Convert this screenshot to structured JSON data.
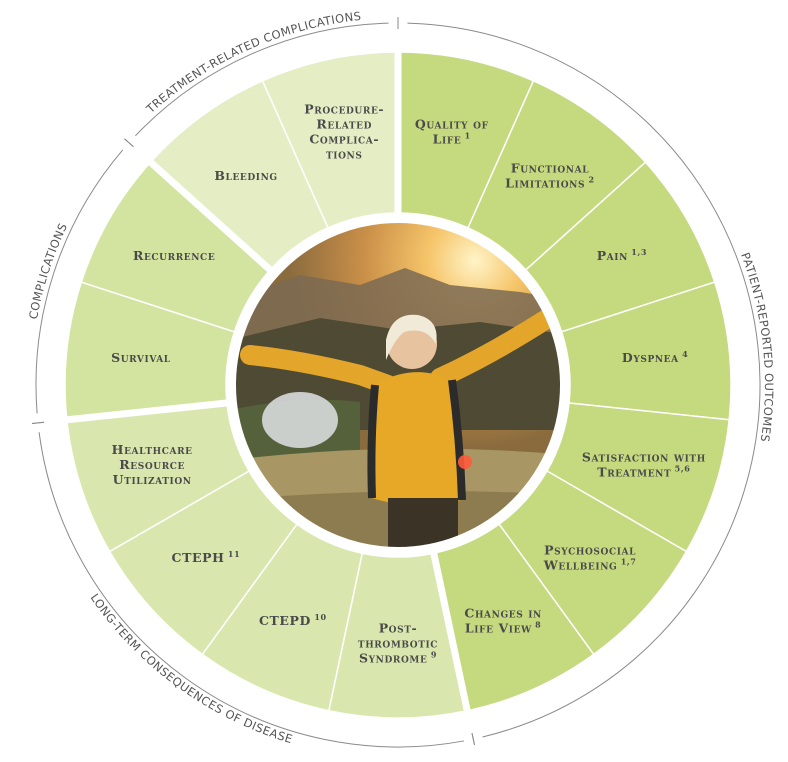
{
  "colors": {
    "patient_reported": "#c5d97f",
    "long_term": "#d9e7ae",
    "complications": "#d3e4a0",
    "treatment_related": "#e4edc4",
    "separator": "#ffffff",
    "outer_ring": "#8a8a8a",
    "text": "#4a4a4a"
  },
  "center_photo": {
    "description_icon": "woman-arms-outstretched-photo"
  },
  "categories": [
    {
      "id": "patient-reported-outcomes",
      "label": "PATIENT-REPORTED OUTCOMES"
    },
    {
      "id": "long-term-consequences",
      "label": "LONG-TERM CONSEQUENCES OF DISEASE"
    },
    {
      "id": "complications",
      "label": "COMPLICATIONS"
    },
    {
      "id": "treatment-related-complications",
      "label": "TREATMENT-RELATED COMPLICATIONS"
    }
  ],
  "segments": [
    {
      "id": "quality-of-life",
      "group": "patient_reported",
      "lines": [
        "Quality of",
        "Life"
      ],
      "sup": "1"
    },
    {
      "id": "functional-limitations",
      "group": "patient_reported",
      "lines": [
        "Functional",
        "Limitations"
      ],
      "sup": "2"
    },
    {
      "id": "pain",
      "group": "patient_reported",
      "lines": [
        "Pain"
      ],
      "sup": "1,3"
    },
    {
      "id": "dyspnea",
      "group": "patient_reported",
      "lines": [
        "Dyspnea"
      ],
      "sup": "4"
    },
    {
      "id": "satisfaction-with-treatment",
      "group": "patient_reported",
      "lines": [
        "Satisfaction with",
        "Treatment"
      ],
      "sup": "5,6"
    },
    {
      "id": "psychosocial-wellbeing",
      "group": "patient_reported",
      "lines": [
        "Psychosocial",
        "Wellbeing"
      ],
      "sup": "1,7"
    },
    {
      "id": "changes-in-life-view",
      "group": "patient_reported",
      "lines": [
        "Changes in",
        "Life View"
      ],
      "sup": "8"
    },
    {
      "id": "post-thrombotic-syndrome",
      "group": "long_term",
      "lines": [
        "Post-",
        "thrombotic",
        "Syndrome"
      ],
      "sup": "9"
    },
    {
      "id": "ctepd",
      "group": "long_term",
      "lines": [
        "CTEPD"
      ],
      "sup": "10"
    },
    {
      "id": "cteph",
      "group": "long_term",
      "lines": [
        "CTEPH"
      ],
      "sup": "11"
    },
    {
      "id": "healthcare-resource-utilization",
      "group": "long_term",
      "lines": [
        "Healthcare",
        "Resource",
        "Utilization"
      ],
      "sup": ""
    },
    {
      "id": "survival",
      "group": "complications",
      "lines": [
        "Survival"
      ],
      "sup": ""
    },
    {
      "id": "recurrence",
      "group": "complications",
      "lines": [
        "Recurrence"
      ],
      "sup": ""
    },
    {
      "id": "bleeding",
      "group": "treatment_related",
      "lines": [
        "Bleeding"
      ],
      "sup": ""
    },
    {
      "id": "procedure-related-complications",
      "group": "treatment_related",
      "lines": [
        "Procedure-",
        "Related",
        "Complica-",
        "tions"
      ],
      "sup": ""
    }
  ]
}
